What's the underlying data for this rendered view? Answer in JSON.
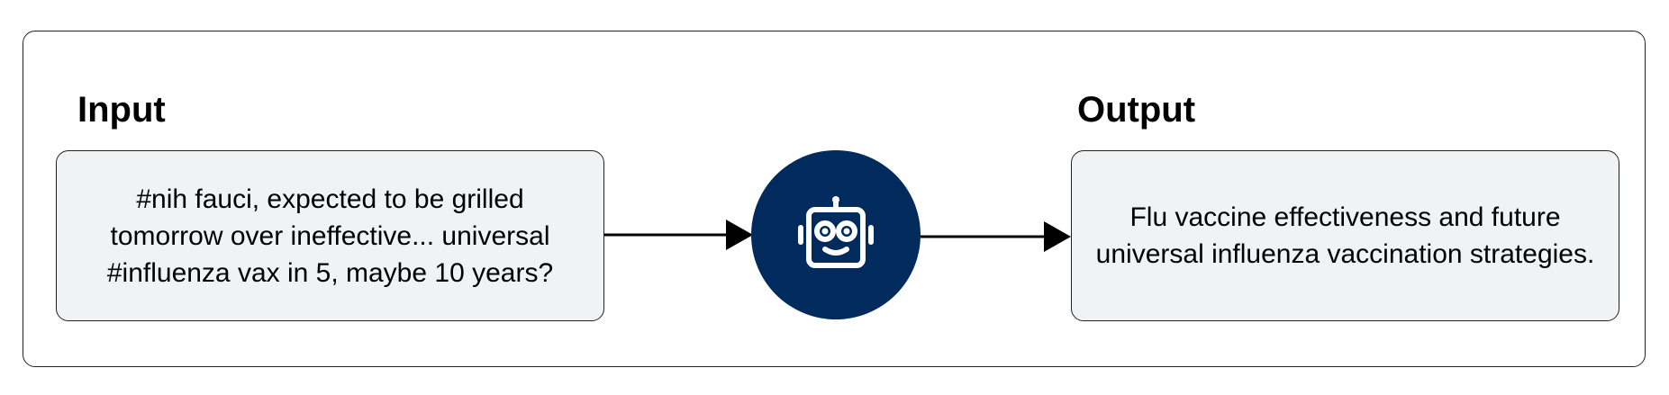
{
  "input": {
    "heading": "Input",
    "text": "#nih fauci, expected to be grilled tomorrow over ineffective... universal #influenza vax in 5, maybe 10 years?"
  },
  "output": {
    "heading": "Output",
    "text": "Flu vaccine effectiveness and future universal influenza vaccination strategies."
  },
  "model": {
    "icon": "robot-icon",
    "color": "#002b5c"
  },
  "colors": {
    "box_fill": "#f1f2f4",
    "border": "#222222",
    "arrow": "#000000"
  }
}
